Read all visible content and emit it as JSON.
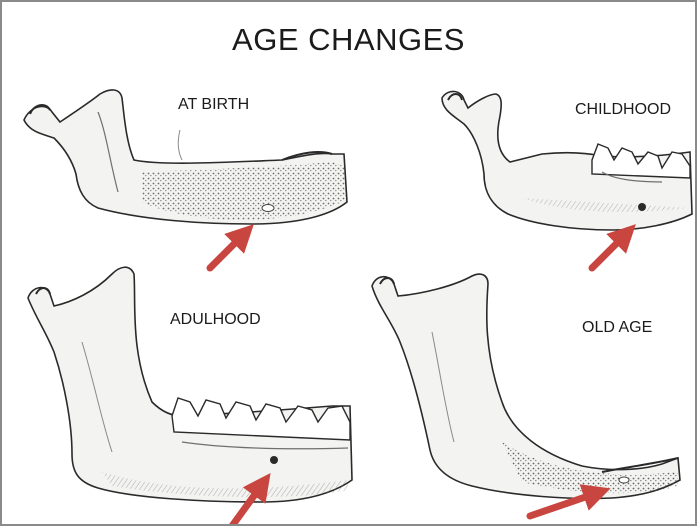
{
  "figure": {
    "title": "AGE CHANGES",
    "panels": [
      {
        "label": "AT BIRTH"
      },
      {
        "label": "CHILDHOOD"
      },
      {
        "label": "ADULHOOD"
      },
      {
        "label": "OLD AGE"
      }
    ]
  },
  "colors": {
    "arrow": "#c8463f",
    "outline": "#2a2a2a",
    "bone_fill": "#f3f3f1",
    "shading": "#6f6f6f",
    "frame": "#8a8a8a"
  }
}
